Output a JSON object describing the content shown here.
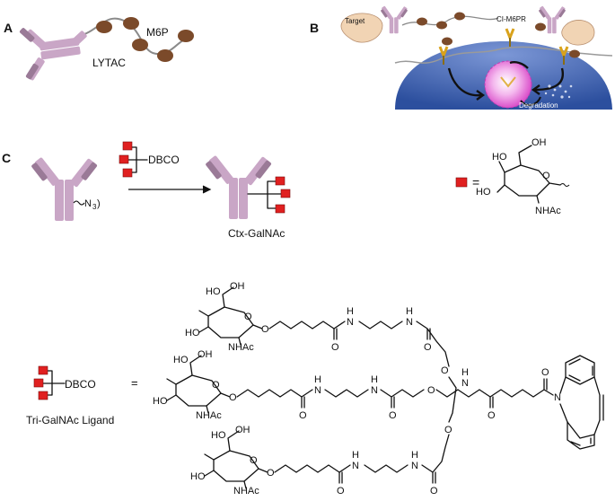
{
  "panels": {
    "a": "A",
    "b": "B",
    "c": "C"
  },
  "panel_a": {
    "m6p_label": "M6P",
    "lytac_label": "LYTAC"
  },
  "panel_b": {
    "target_label": "Target",
    "receptor_label": "CI-M6PR",
    "degradation_label": "Degradation"
  },
  "panel_c": {
    "azide_label": "N",
    "azide_sub": "3",
    "azide_paren": ")",
    "dbco_label": "DBCO",
    "product_label": "Ctx-GalNAc",
    "equals": "=",
    "nhac": "NHAc",
    "ho": "HO",
    "oh": "OH",
    "o": "O"
  },
  "ligand": {
    "dbco_label": "DBCO",
    "equals": "=",
    "name": "Tri-GalNAc Ligand",
    "ho": "HO",
    "oh": "OH",
    "nhac": "NHAc",
    "o": "O",
    "n": "N",
    "h": "H"
  },
  "colors": {
    "antibody_heavy": "#c9a6c6",
    "antibody_light": "#9a7a97",
    "m6p_bead": "#7b4a2a",
    "galnac_square": "#e02020",
    "cell": "#3e62b0",
    "lysosome": "#e24fd2",
    "receptor": "#d9a21b"
  }
}
